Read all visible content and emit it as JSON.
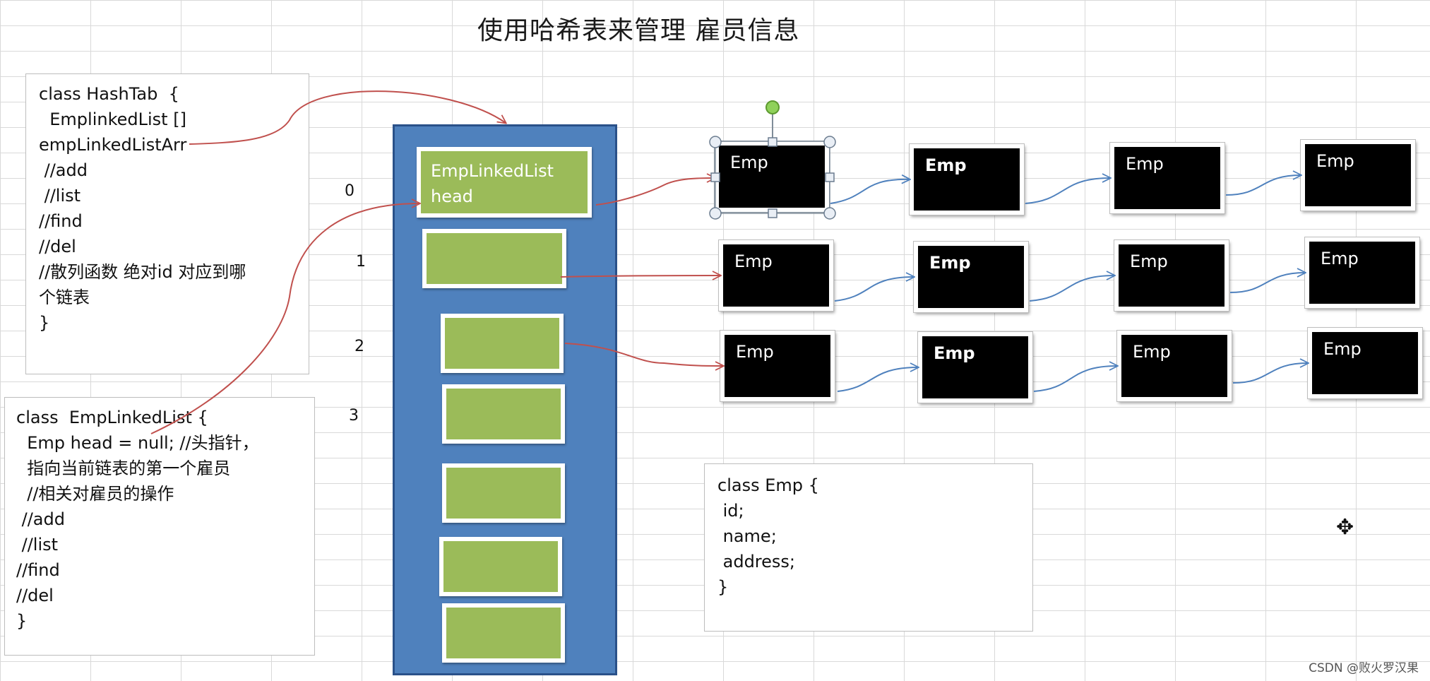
{
  "title": "使用哈希表来管理 雇员信息",
  "hashtab_box": {
    "lines": [
      "class HashTab  {",
      "  EmplinkedList []",
      "empLinkedListArr",
      " //add",
      " //list",
      "//find",
      "//del",
      "//散列函数 绝对id 对应到哪",
      "个链表",
      "}"
    ]
  },
  "emplinkedlist_box": {
    "lines": [
      "class  EmpLinkedList {",
      "  Emp head = null; //头指针，",
      "  指向当前链表的第一个雇员",
      "  //相关对雇员的操作",
      " //add",
      " //list",
      "//find",
      "//del",
      "}"
    ]
  },
  "emp_class_box": {
    "lines": [
      "class Emp {",
      " id;",
      " name;",
      " address;",
      "}"
    ]
  },
  "array": {
    "indices": [
      "0",
      "1",
      "2",
      "3"
    ],
    "slot0_label_line1": "EmpLinkedList",
    "slot0_label_line2": "head"
  },
  "emp_label": "Emp",
  "watermark": "CSDN @败火罗汉果",
  "colors": {
    "array_fill": "#4f81bd",
    "slot_fill": "#9bbb59",
    "emp_fill": "#000000",
    "red_arrow": "#c0504d",
    "blue_arrow": "#4f81bd"
  }
}
